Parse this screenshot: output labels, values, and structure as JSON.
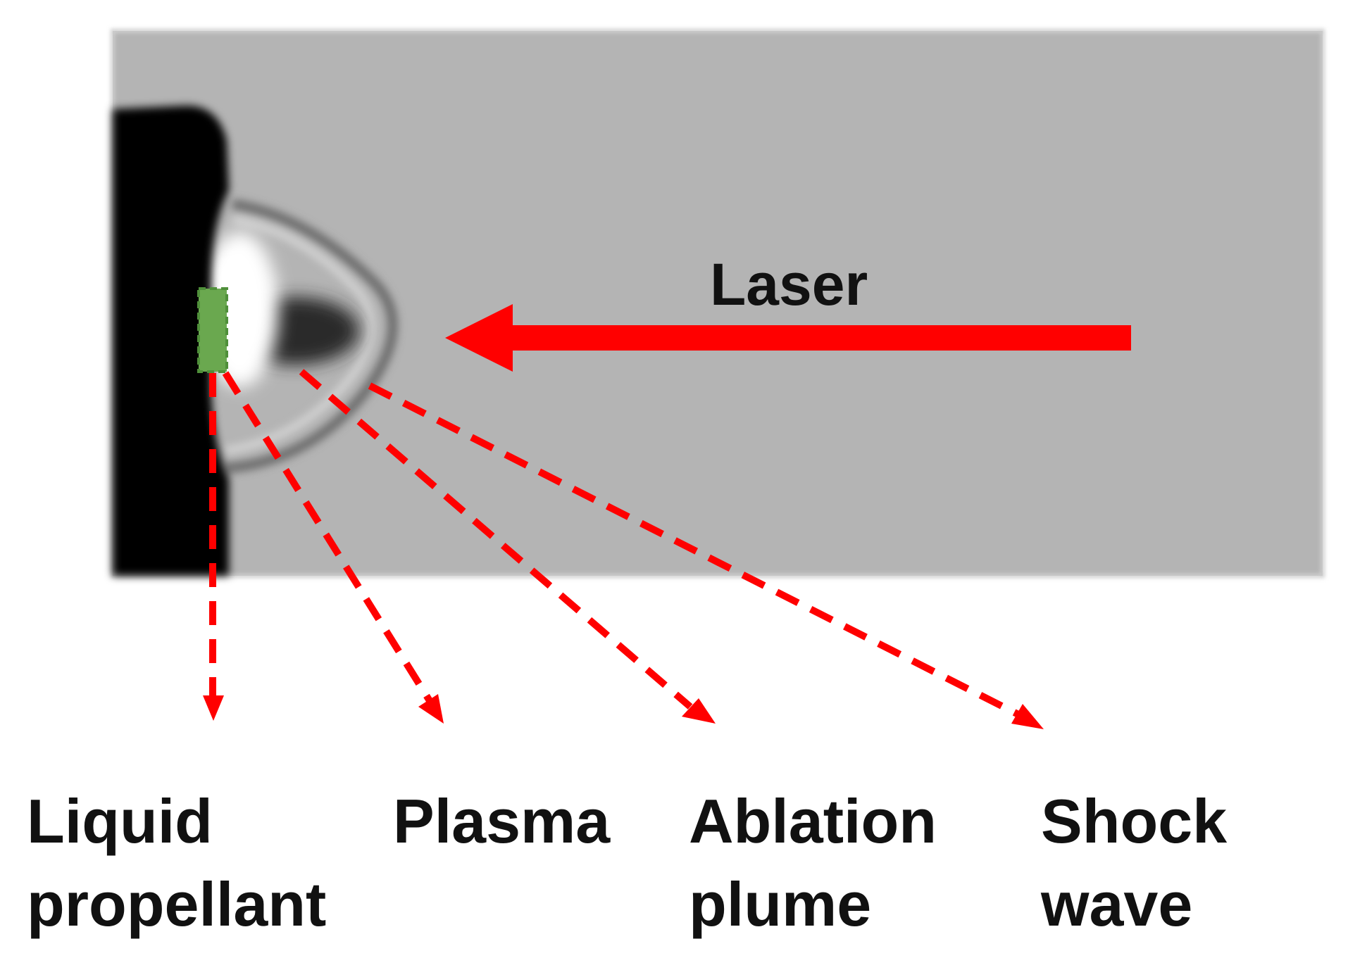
{
  "laser_label": "Laser",
  "labels": [
    {
      "id": "liquid-propellant",
      "lines": [
        "Liquid",
        "propellant"
      ]
    },
    {
      "id": "plasma",
      "lines": [
        "Plasma"
      ]
    },
    {
      "id": "ablation-plume",
      "lines": [
        "Ablation",
        "plume"
      ]
    },
    {
      "id": "shock-wave",
      "lines": [
        "Shock",
        "wave"
      ]
    }
  ],
  "colors": {
    "arrow": "#ff0000",
    "propellant_marker": "#6aa84f",
    "target": "#0a0a0a",
    "background_image": "#b3b3b3"
  }
}
